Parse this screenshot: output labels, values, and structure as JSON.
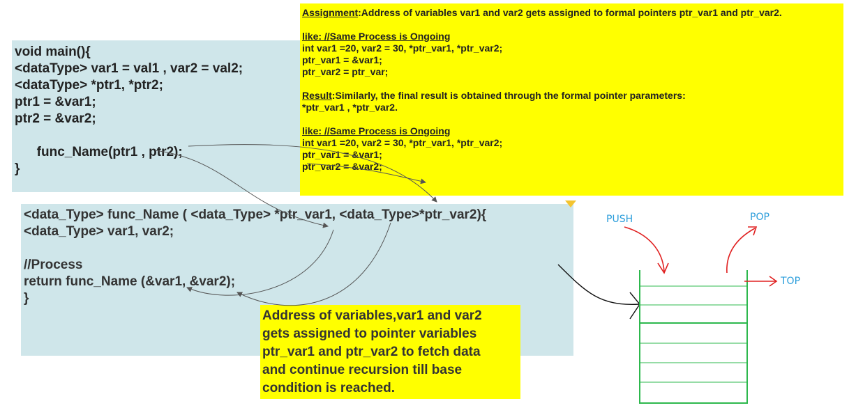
{
  "main_block": {
    "lines": [
      "void main(){",
      "<dataType> var1 = val1 , var2 = val2;",
      "<dataType> *ptr1, *ptr2;",
      "ptr1 = &var1;",
      "ptr2 = &var2;",
      "",
      "      func_Name(ptr1 , ptr2);",
      "}"
    ]
  },
  "func_block": {
    "lines": [
      "<data_Type> func_Name ( <data_Type> *ptr_var1, <data_Type>*ptr_var2){",
      "<data_Type> var1, var2;",
      "",
      "//Process",
      "return func_Name (&var1, &var2);",
      "}"
    ]
  },
  "assignment_note": {
    "assignment_heading": "Assignment",
    "assignment_text": ":Address of variables var1 and var2 gets assigned to formal pointers ptr_var1 and ptr_var2.",
    "like_heading_1": "like: //Same Process is Ongoing",
    "code_1": [
      "int var1 =20, var2 = 30, *ptr_var1, *ptr_var2;",
      "ptr_var1 = &var1;",
      "ptr_var2 = ptr_var;"
    ],
    "result_heading": "Result",
    "result_text": ":Similarly, the final result is obtained through the formal pointer parameters:",
    "result_text_2": "*ptr_var1 , *ptr_var2.",
    "like_heading_2": "like: //Same Process is Ongoing",
    "code_2": [
      "int var1 =20, var2 = 30, *ptr_var1, *ptr_var2;",
      "ptr_var1 = &var1;",
      "ptr_var2 = &var2;"
    ]
  },
  "address_note": {
    "lines": [
      "Address of variables,var1 and var2",
      "gets assigned to pointer variables",
      "ptr_var1 and ptr_var2 to fetch data",
      "and continue recursion till base",
      "condition is reached."
    ]
  },
  "stack": {
    "push_label": "PUSH",
    "pop_label": "POP",
    "top_label": "TOP"
  },
  "colors": {
    "code_bg": "#cfe6ea",
    "note_bg": "#ffff00",
    "stack_line": "#2db84d",
    "push_pop_arrow": "#e02020",
    "label_blue": "#2a9ddb"
  }
}
